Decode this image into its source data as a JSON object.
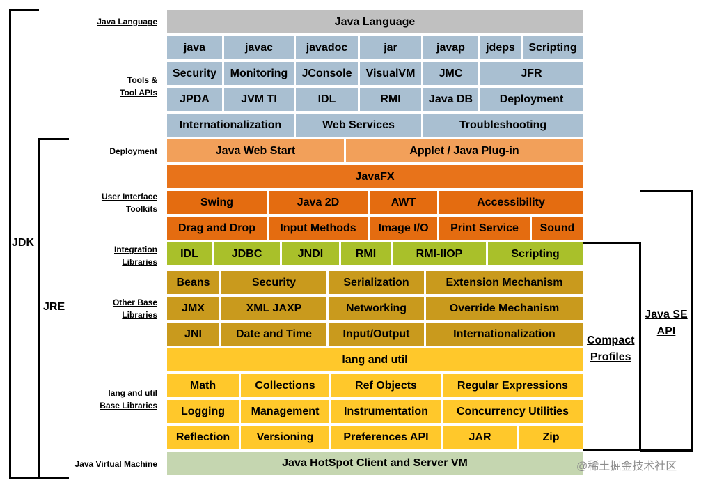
{
  "left_labels": {
    "java_language": "Java Language",
    "tools_line1": "Tools &",
    "tools_line2": "Tool APIs",
    "deployment": "Deployment",
    "ui_line1": "User Interface",
    "ui_line2": "Toolkits",
    "integration_line1": "Integration",
    "integration_line2": "Libraries",
    "other_line1": "Other Base",
    "other_line2": "Libraries",
    "lang_line1": "lang and util",
    "lang_line2": "Base Libraries",
    "jvm": "Java Virtual Machine"
  },
  "brackets": {
    "jdk": "JDK",
    "jre": "JRE",
    "compact_line1": "Compact",
    "compact_line2": "Profiles",
    "javase_line1": "Java SE",
    "javase_line2": "API"
  },
  "colors": {
    "language": "#c0c0c0",
    "tools": "#a9bfd1",
    "deployment": "#f2a05a",
    "ui": "#e46c10",
    "integration": "#a9c02a",
    "other_base": "#c99a1d",
    "lang_util": "#ffc82b",
    "jvm": "#c5d6b0"
  },
  "rows": {
    "language": "Java Language",
    "tools_r1": [
      "java",
      "javac",
      "javadoc",
      "jar",
      "javap",
      "jdeps",
      "Scripting"
    ],
    "tools_r2": [
      "Security",
      "Monitoring",
      "JConsole",
      "VisualVM",
      "JMC",
      "JFR"
    ],
    "tools_r3": [
      "JPDA",
      "JVM TI",
      "IDL",
      "RMI",
      "Java DB",
      "Deployment"
    ],
    "tools_r4": [
      "Internationalization",
      "Web Services",
      "Troubleshooting"
    ],
    "deploy": [
      "Java Web Start",
      "Applet / Java Plug-in"
    ],
    "javafx": "JavaFX",
    "ui_r1": [
      "Swing",
      "Java 2D",
      "AWT",
      "Accessibility"
    ],
    "ui_r2": [
      "Drag and Drop",
      "Input Methods",
      "Image I/O",
      "Print Service",
      "Sound"
    ],
    "integration": [
      "IDL",
      "JDBC",
      "JNDI",
      "RMI",
      "RMI-IIOP",
      "Scripting"
    ],
    "other_r1": [
      "Beans",
      "Security",
      "Serialization",
      "Extension Mechanism"
    ],
    "other_r2": [
      "JMX",
      "XML JAXP",
      "Networking",
      "Override Mechanism"
    ],
    "other_r3": [
      "JNI",
      "Date and Time",
      "Input/Output",
      "Internationalization"
    ],
    "lang_header": "lang and util",
    "lang_r1": [
      "Math",
      "Collections",
      "Ref Objects",
      "Regular Expressions"
    ],
    "lang_r2": [
      "Logging",
      "Management",
      "Instrumentation",
      "Concurrency Utilities"
    ],
    "lang_r3": [
      "Reflection",
      "Versioning",
      "Preferences API",
      "JAR",
      "Zip"
    ],
    "jvm": "Java HotSpot Client and Server VM"
  },
  "watermark": "@稀土掘金技术社区"
}
